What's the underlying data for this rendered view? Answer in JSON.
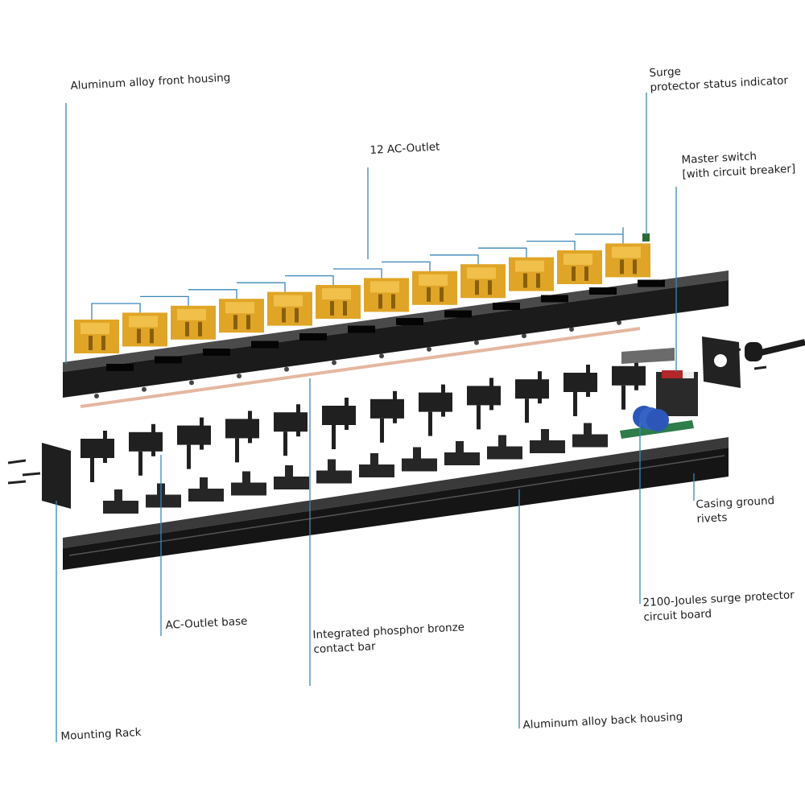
{
  "labels": {
    "front_housing": "Aluminum alloy front housing",
    "surge_indicator_line1": "Surge",
    "surge_indicator_line2": "protector status indicator",
    "ac_outlet": "12 AC-Outlet",
    "master_switch_line1": "Master switch",
    "master_switch_line2": "[with circuit breaker]",
    "ground_rivets_line1": "Casing ground",
    "ground_rivets_line2": "rivets",
    "surge_board_line1": "2100-Joules surge protector",
    "surge_board_line2": "circuit board",
    "outlet_base": "AC-Outlet base",
    "contact_bar_line1": "Integrated phosphor bronze",
    "contact_bar_line2": "contact bar",
    "mounting_rack": "Mounting Rack",
    "back_housing": "Aluminum alloy back housing"
  },
  "outlet_count": 12,
  "colors": {
    "leader": "#3a87ba",
    "outlet": "#e0a526",
    "housing": "#1d1d1d",
    "copper": "#e4b7a0",
    "switch_red": "#b3262a",
    "mov_blue": "#2c56b8",
    "board_green": "#2e7d4a"
  }
}
